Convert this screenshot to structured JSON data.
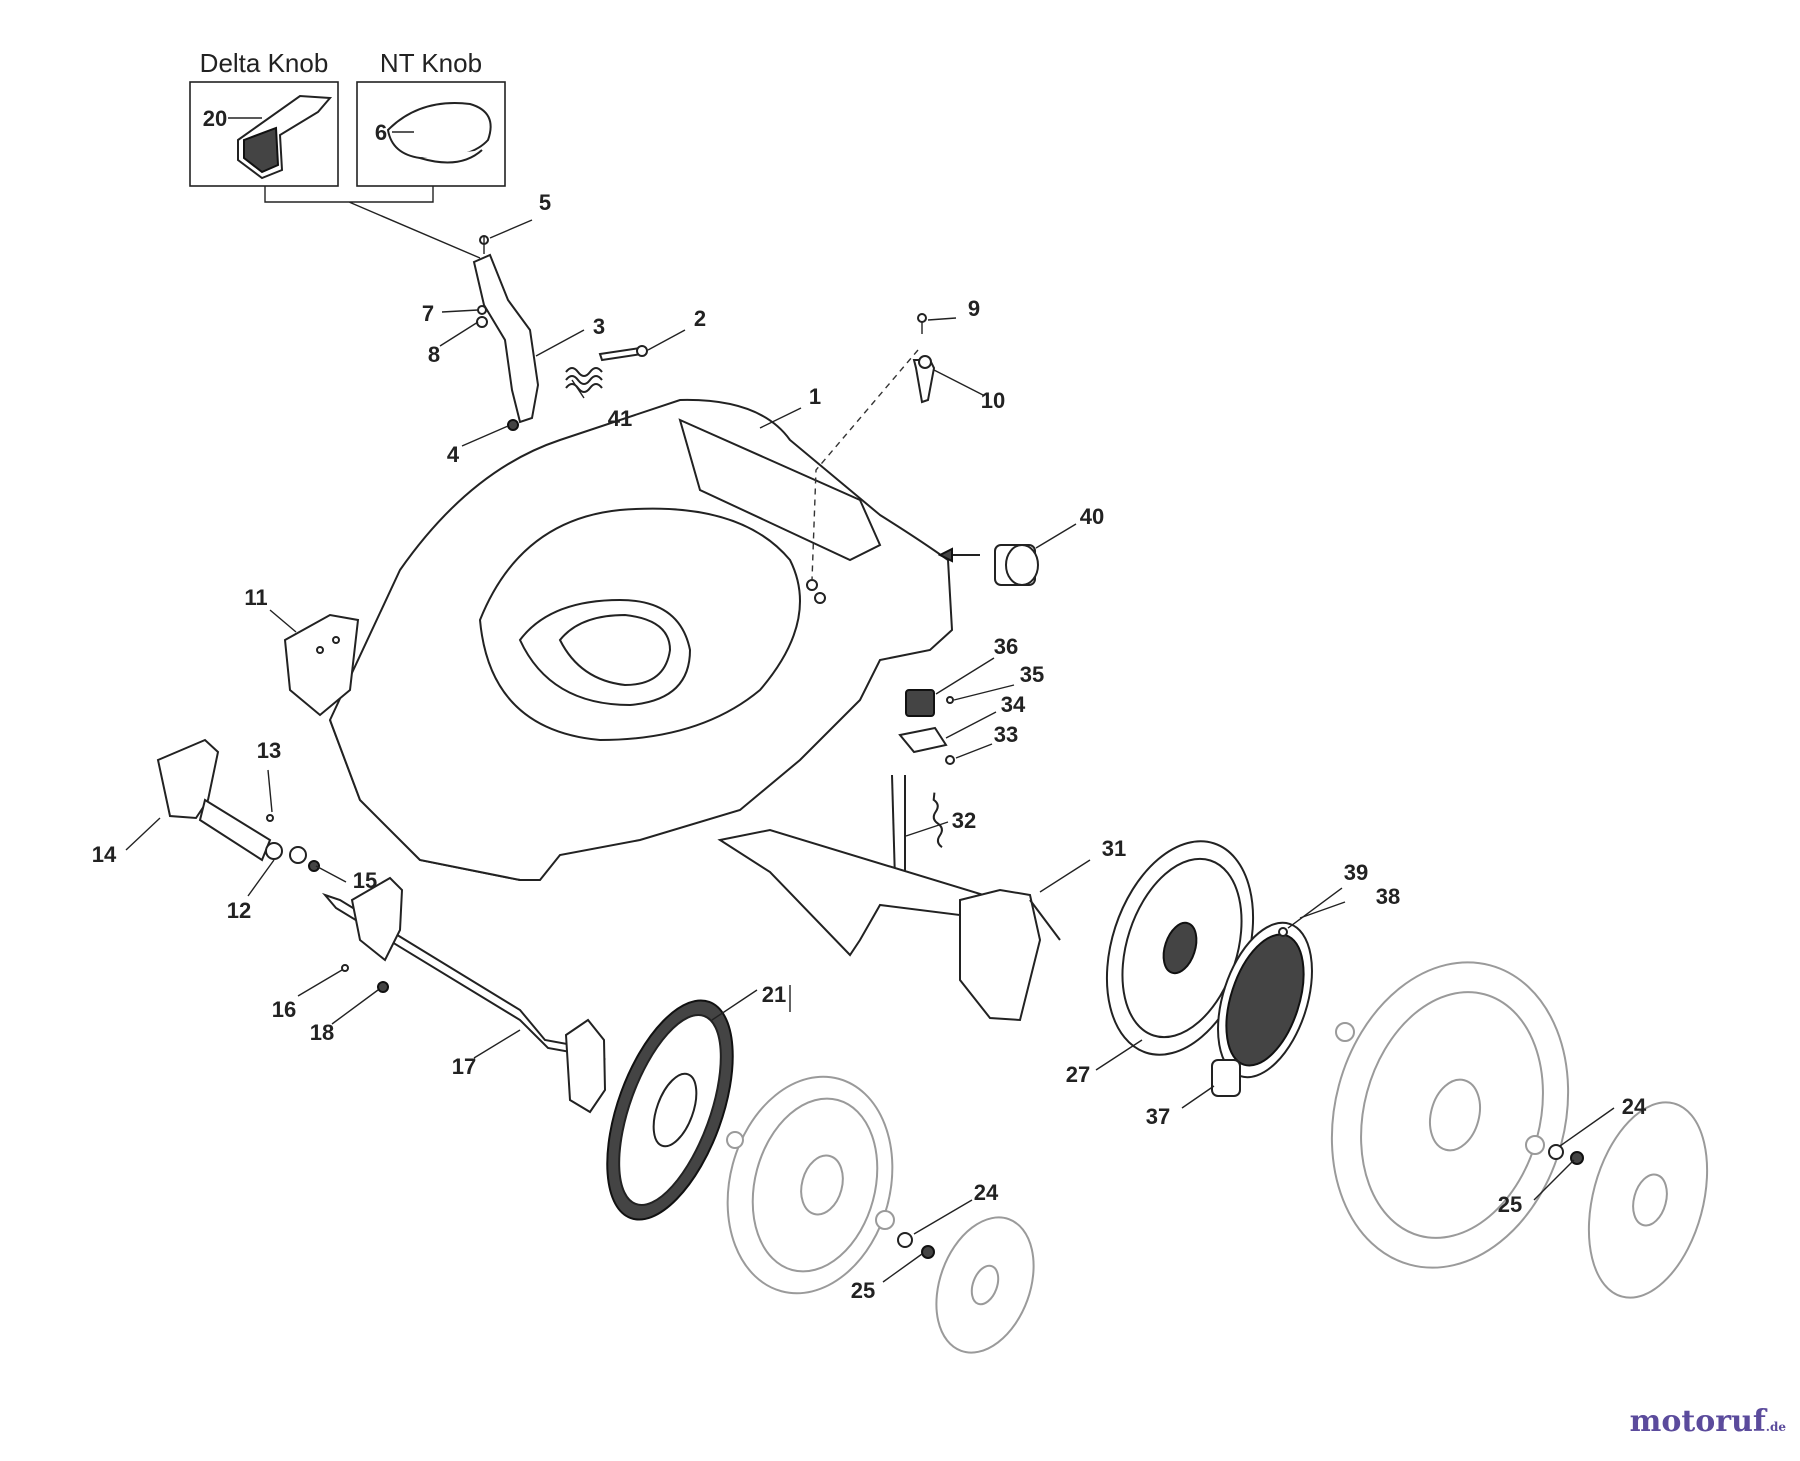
{
  "knob_boxes": {
    "delta_title": "Delta Knob",
    "nt_title": "NT Knob"
  },
  "callouts": {
    "c1": "1",
    "c2": "2",
    "c3": "3",
    "c4": "4",
    "c5": "5",
    "c6": "6",
    "c7": "7",
    "c8": "8",
    "c9": "9",
    "c10": "10",
    "c11": "11",
    "c12": "12",
    "c13": "13",
    "c14": "14",
    "c15": "15",
    "c16": "16",
    "c17": "17",
    "c18": "18",
    "c20": "20",
    "c21": "21",
    "c24a": "24",
    "c24b": "24",
    "c25a": "25",
    "c25b": "25",
    "c27": "27",
    "c31": "31",
    "c32": "32",
    "c33": "33",
    "c34": "34",
    "c35": "35",
    "c36": "36",
    "c37": "37",
    "c38": "38",
    "c39": "39",
    "c40": "40",
    "c41": "41"
  },
  "watermark": {
    "brand": "motoruf",
    "tld": ".de"
  }
}
